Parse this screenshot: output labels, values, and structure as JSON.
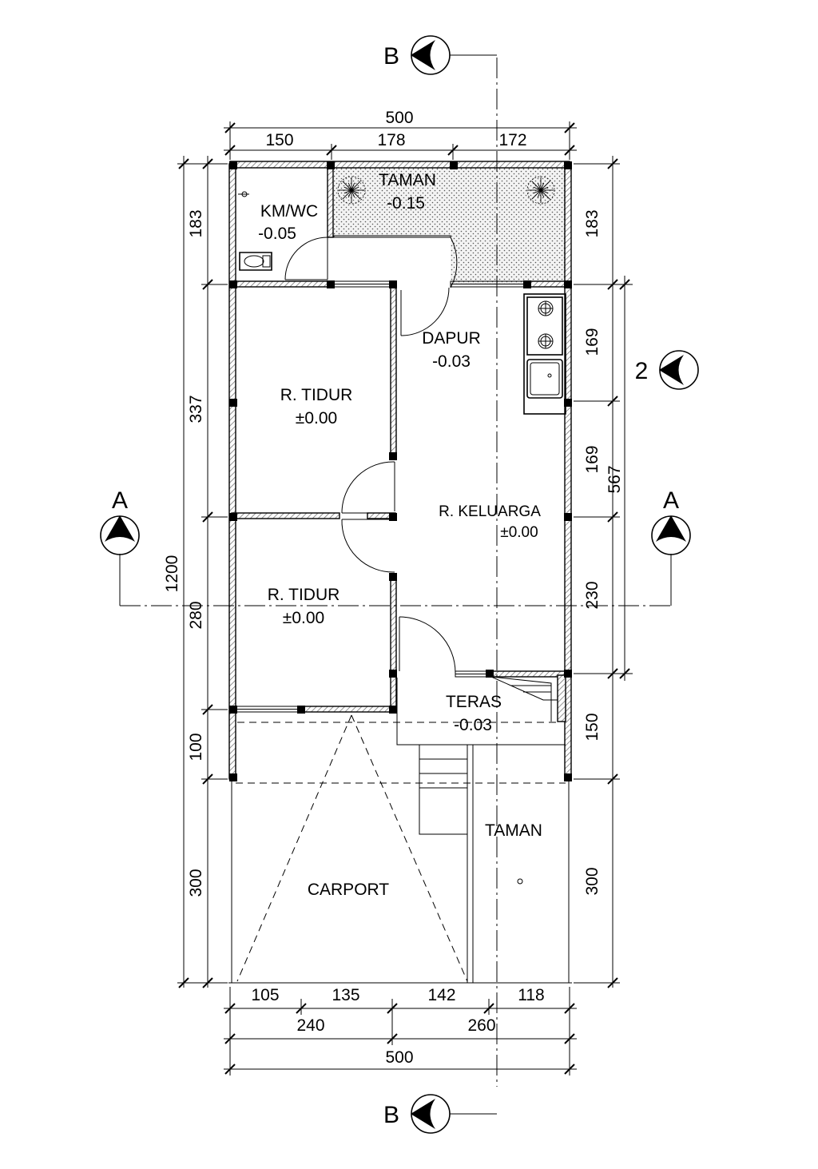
{
  "rooms": {
    "kmwc": {
      "name": "KM/WC",
      "level": "-0.05"
    },
    "taman_top": {
      "name": "TAMAN",
      "level": "-0.15"
    },
    "dapur": {
      "name": "DAPUR",
      "level": "-0.03"
    },
    "tidur1": {
      "name": "R. TIDUR",
      "level": "±0.00"
    },
    "keluarga": {
      "name": "R. KELUARGA",
      "level": "±0.00"
    },
    "tidur2": {
      "name": "R. TIDUR",
      "level": "±0.00"
    },
    "teras": {
      "name": "TERAS",
      "level": "-0.03"
    },
    "taman_bottom": {
      "name": "TAMAN"
    },
    "carport": {
      "name": "CARPORT"
    }
  },
  "dimensions": {
    "top_total": "500",
    "top_segments": [
      "150",
      "178",
      "172"
    ],
    "left_total": "1200",
    "left_segments": [
      "183",
      "337",
      "280",
      "100",
      "300"
    ],
    "right_segments": [
      "183",
      "169",
      "169",
      "230",
      "150",
      "300"
    ],
    "right_span": "567",
    "bottom_segments": [
      "105",
      "135",
      "142",
      "118"
    ],
    "bottom_middle": [
      "240",
      "260"
    ],
    "bottom_total": "500"
  },
  "section_markers": {
    "b_top": "B",
    "b_bottom": "B",
    "a_left": "A",
    "a_right": "A",
    "two": "2"
  },
  "icons": [
    "section-arrow-icon",
    "plant-icon",
    "stove-icon",
    "sink-icon",
    "toilet-icon"
  ]
}
